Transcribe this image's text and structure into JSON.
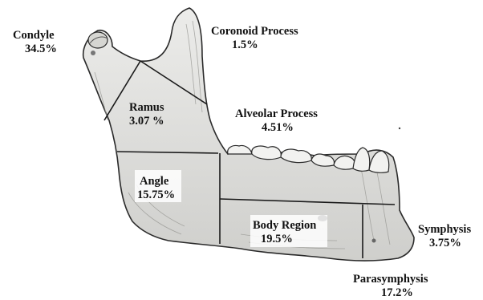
{
  "regions": {
    "condyle": {
      "name": "Condyle",
      "percent": "34.5%"
    },
    "coronoid": {
      "name": "Coronoid Process",
      "percent": "1.5%"
    },
    "ramus": {
      "name": "Ramus",
      "percent": "3.07 %"
    },
    "alveolar": {
      "name": "Alveolar Process",
      "percent": "4.51%"
    },
    "angle": {
      "name": "Angle",
      "percent": "15.75%"
    },
    "body": {
      "name": "Body Region",
      "percent": "19.5%"
    },
    "symphysis": {
      "name": "Symphysis",
      "percent": "3.75%"
    },
    "parasymphysis": {
      "name": "Parasymphysis",
      "percent": "17.2%"
    }
  },
  "colors": {
    "bone": "#e4e4e2",
    "outline": "#2a2a2a",
    "divider": "#1a1a1a",
    "label_bg": "#ffffff"
  }
}
